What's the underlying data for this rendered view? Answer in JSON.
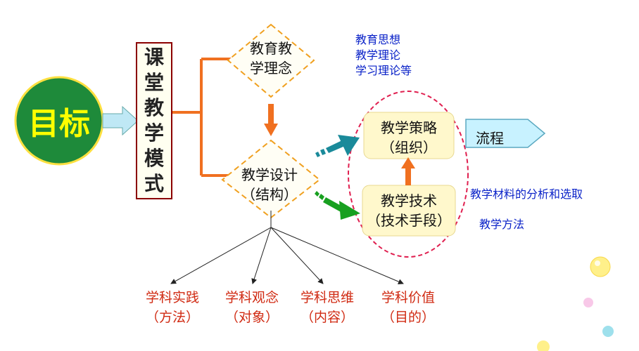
{
  "goal": "目标",
  "mode": [
    "课",
    "堂",
    "教",
    "学",
    "模",
    "式"
  ],
  "idea": [
    "教育教",
    "学理念"
  ],
  "theory_notes": [
    "教育思想",
    "教学理论",
    "学习理论等"
  ],
  "design": [
    "教学设计",
    "（结构）"
  ],
  "strategy": [
    "教学策略",
    "（组织）"
  ],
  "technology": [
    "教学技术",
    "（技术手段）"
  ],
  "flow": "流程",
  "tech_notes": {
    "materials": "教学材料的分析和选取",
    "methods": "教学方法"
  },
  "leaves": [
    {
      "line1": "学科实践",
      "line2": "（方法）"
    },
    {
      "line1": "学科观念",
      "line2": "（对象）"
    },
    {
      "line1": "学科思维",
      "line2": "（内容）"
    },
    {
      "line1": "学科价值",
      "line2": "（目的）"
    }
  ],
  "colors": {
    "goal_fill": "#1e8a3a",
    "goal_text": "#ffff00",
    "mode_border": "#8b0000",
    "orange": "#f07020",
    "diamond_border": "#f0a020",
    "strategy_fill": "#fff8cc",
    "ellipse": "#e02050",
    "teal_arrow": "#1a8a9a",
    "green_arrow": "#18a020",
    "note_blue": "#0a22c8",
    "leaf_red": "#d02a12",
    "flow_fill": "#c8f2ff"
  }
}
